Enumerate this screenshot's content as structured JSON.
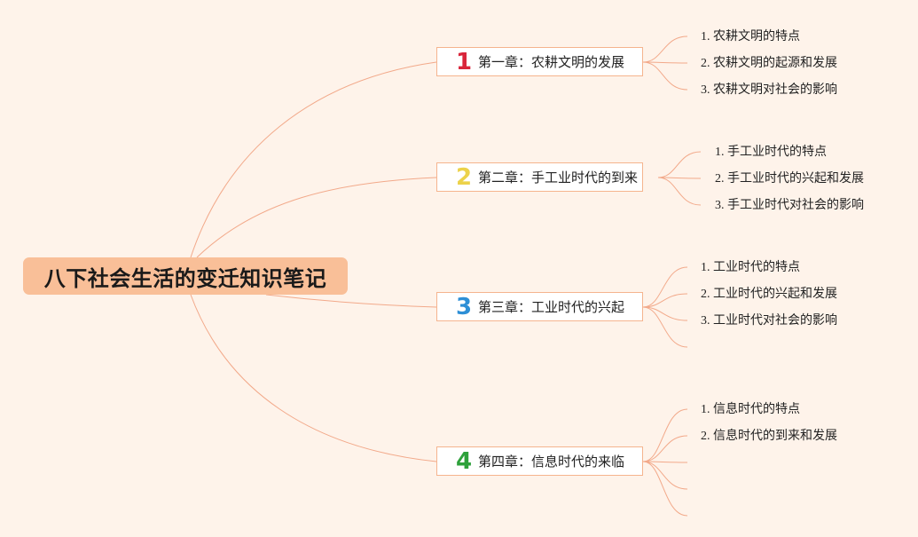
{
  "root": {
    "label": "八下社会生活的变迁知识笔记",
    "color": "#f9bf98"
  },
  "line_color": "#f2a98a",
  "chapters": [
    {
      "num": "1",
      "num_color": "#d9263b",
      "label": "第一章：农耕文明的发展",
      "leaves": [
        "1. 农耕文明的特点",
        "2. 农耕文明的起源和发展",
        "3. 农耕文明对社会的影响"
      ]
    },
    {
      "num": "2",
      "num_color": "#ecd24a",
      "label": "第二章：手工业时代的到来",
      "leaves": [
        "1. 手工业时代的特点",
        "2. 手工业时代的兴起和发展",
        "3. 手工业时代对社会的影响"
      ]
    },
    {
      "num": "3",
      "num_color": "#2d8fd6",
      "label": "第三章：工业时代的兴起",
      "leaves": [
        "1. 工业时代的特点",
        "2. 工业时代的兴起和发展",
        "3. 工业时代对社会的影响",
        ""
      ]
    },
    {
      "num": "4",
      "num_color": "#2ea13b",
      "label": "第四章：信息时代的来临",
      "leaves": [
        "1. 信息时代的特点",
        "2. 信息时代的到来和发展",
        "",
        "",
        ""
      ]
    }
  ]
}
